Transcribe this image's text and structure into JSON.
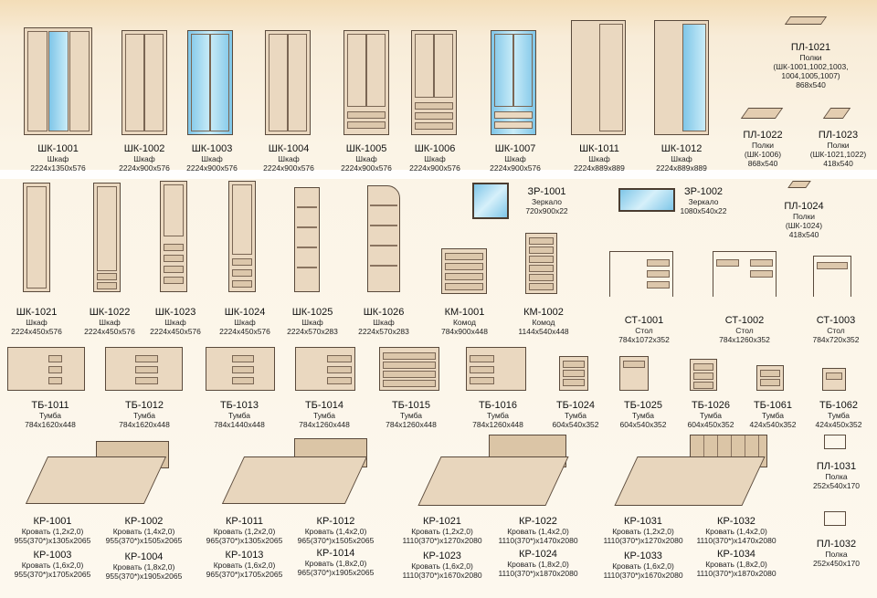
{
  "cabinets_row1": [
    {
      "code": "ШК-1001",
      "name": "Шкаф",
      "dims": "2224x1350x576"
    },
    {
      "code": "ШК-1002",
      "name": "Шкаф",
      "dims": "2224x900x576"
    },
    {
      "code": "ШК-1003",
      "name": "Шкаф",
      "dims": "2224x900x576"
    },
    {
      "code": "ШК-1004",
      "name": "Шкаф",
      "dims": "2224x900x576"
    },
    {
      "code": "ШК-1005",
      "name": "Шкаф",
      "dims": "2224x900x576"
    },
    {
      "code": "ШК-1006",
      "name": "Шкаф",
      "dims": "2224x900x576"
    },
    {
      "code": "ШК-1007",
      "name": "Шкаф",
      "dims": "2224x900x576"
    },
    {
      "code": "ШК-1011",
      "name": "Шкаф",
      "dims": "2224x889x889"
    },
    {
      "code": "ШК-1012",
      "name": "Шкаф",
      "dims": "2224x889x889"
    }
  ],
  "shelves": [
    {
      "code": "ПЛ-1021",
      "name": "Полки",
      "note": "(ШК-1001,1002,1003,",
      "note2": "1004,1005,1007)",
      "dims": "868x540"
    },
    {
      "code": "ПЛ-1022",
      "name": "Полки",
      "note": "(ШК-1006)",
      "dims": "868x540"
    },
    {
      "code": "ПЛ-1023",
      "name": "Полки",
      "note": "(ШК-1021,1022)",
      "dims": "418x540"
    },
    {
      "code": "ПЛ-1024",
      "name": "Полки",
      "note": "(ШК-1024)",
      "dims": "418x540"
    }
  ],
  "cabinets_row2": [
    {
      "code": "ШК-1021",
      "name": "Шкаф",
      "dims": "2224x450x576"
    },
    {
      "code": "ШК-1022",
      "name": "Шкаф",
      "dims": "2224x450x576"
    },
    {
      "code": "ШК-1023",
      "name": "Шкаф",
      "dims": "2224x450x576"
    },
    {
      "code": "ШК-1024",
      "name": "Шкаф",
      "dims": "2224x450x576"
    },
    {
      "code": "ШК-1025",
      "name": "Шкаф",
      "dims": "2224x570x283"
    },
    {
      "code": "ШК-1026",
      "name": "Шкаф",
      "dims": "2224x570x283"
    }
  ],
  "mirrors": [
    {
      "code": "ЗР-1001",
      "name": "Зеркало",
      "dims": "720x900x22"
    },
    {
      "code": "ЗР-1002",
      "name": "Зеркало",
      "dims": "1080x540x22"
    }
  ],
  "dressers": [
    {
      "code": "КМ-1001",
      "name": "Комод",
      "dims": "784x900x448"
    },
    {
      "code": "КМ-1002",
      "name": "Комод",
      "dims": "1144x540x448"
    }
  ],
  "tables": [
    {
      "code": "СТ-1001",
      "name": "Стол",
      "dims": "784x1072x352"
    },
    {
      "code": "СТ-1002",
      "name": "Стол",
      "dims": "784x1260x352"
    },
    {
      "code": "СТ-1003",
      "name": "Стол",
      "dims": "784x720x352"
    }
  ],
  "stands": [
    {
      "code": "ТБ-1011",
      "name": "Тумба",
      "dims": "784x1620x448"
    },
    {
      "code": "ТБ-1012",
      "name": "Тумба",
      "dims": "784x1620x448"
    },
    {
      "code": "ТБ-1013",
      "name": "Тумба",
      "dims": "784x1440x448"
    },
    {
      "code": "ТБ-1014",
      "name": "Тумба",
      "dims": "784x1260x448"
    },
    {
      "code": "ТБ-1015",
      "name": "Тумба",
      "dims": "784x1260x448"
    },
    {
      "code": "ТБ-1016",
      "name": "Тумба",
      "dims": "784x1260x448"
    },
    {
      "code": "ТБ-1024",
      "name": "Тумба",
      "dims": "604x540x352"
    },
    {
      "code": "ТБ-1025",
      "name": "Тумба",
      "dims": "604x540x352"
    },
    {
      "code": "ТБ-1026",
      "name": "Тумба",
      "dims": "604x450x352"
    },
    {
      "code": "ТБ-1061",
      "name": "Тумба",
      "dims": "424x540x352"
    },
    {
      "code": "ТБ-1062",
      "name": "Тумба",
      "dims": "424x450x352"
    }
  ],
  "shelf_small": [
    {
      "code": "ПЛ-1031",
      "name": "Полка",
      "dims": "252x540x170"
    },
    {
      "code": "ПЛ-1032",
      "name": "Полка",
      "dims": "252x450x170"
    }
  ],
  "beds": [
    {
      "code": "КР-1001",
      "name": "Кровать (1,2x2,0)",
      "dims": "955(370*)x1305x2065"
    },
    {
      "code": "КР-1002",
      "name": "Кровать (1,4x2,0)",
      "dims": "955(370*)x1505x2065"
    },
    {
      "code": "КР-1003",
      "name": "Кровать (1,6x2,0)",
      "dims": "955(370*)x1705x2065"
    },
    {
      "code": "КР-1004",
      "name": "Кровать (1,8x2,0)",
      "dims": "955(370*)x1905x2065"
    },
    {
      "code": "КР-1011",
      "name": "Кровать (1,2x2,0)",
      "dims": "965(370*)x1305x2065"
    },
    {
      "code": "КР-1012",
      "name": "Кровать (1,4x2,0)",
      "dims": "965(370*)x1505x2065"
    },
    {
      "code": "КР-1013",
      "name": "Кровать (1,6x2,0)",
      "dims": "965(370*)x1705x2065"
    },
    {
      "code": "КР-1014",
      "name": "Кровать (1,8x2,0)",
      "dims": "965(370*)x1905x2065"
    },
    {
      "code": "КР-1021",
      "name": "Кровать (1,2x2,0)",
      "dims": "1110(370*)x1270x2080"
    },
    {
      "code": "КР-1022",
      "name": "Кровать (1,4x2,0)",
      "dims": "1110(370*)x1470x2080"
    },
    {
      "code": "КР-1023",
      "name": "Кровать (1,6x2,0)",
      "dims": "1110(370*)x1670x2080"
    },
    {
      "code": "КР-1024",
      "name": "Кровать (1,8x2,0)",
      "dims": "1110(370*)x1870x2080"
    },
    {
      "code": "КР-1031",
      "name": "Кровать (1,2x2,0)",
      "dims": "1110(370*)x1270x2080"
    },
    {
      "code": "КР-1032",
      "name": "Кровать (1,4x2,0)",
      "dims": "1110(370*)x1470x2080"
    },
    {
      "code": "КР-1033",
      "name": "Кровать (1,6x2,0)",
      "dims": "1110(370*)x1670x2080"
    },
    {
      "code": "КР-1034",
      "name": "Кровать (1,8x2,0)",
      "dims": "1110(370*)x1870x2080"
    }
  ]
}
